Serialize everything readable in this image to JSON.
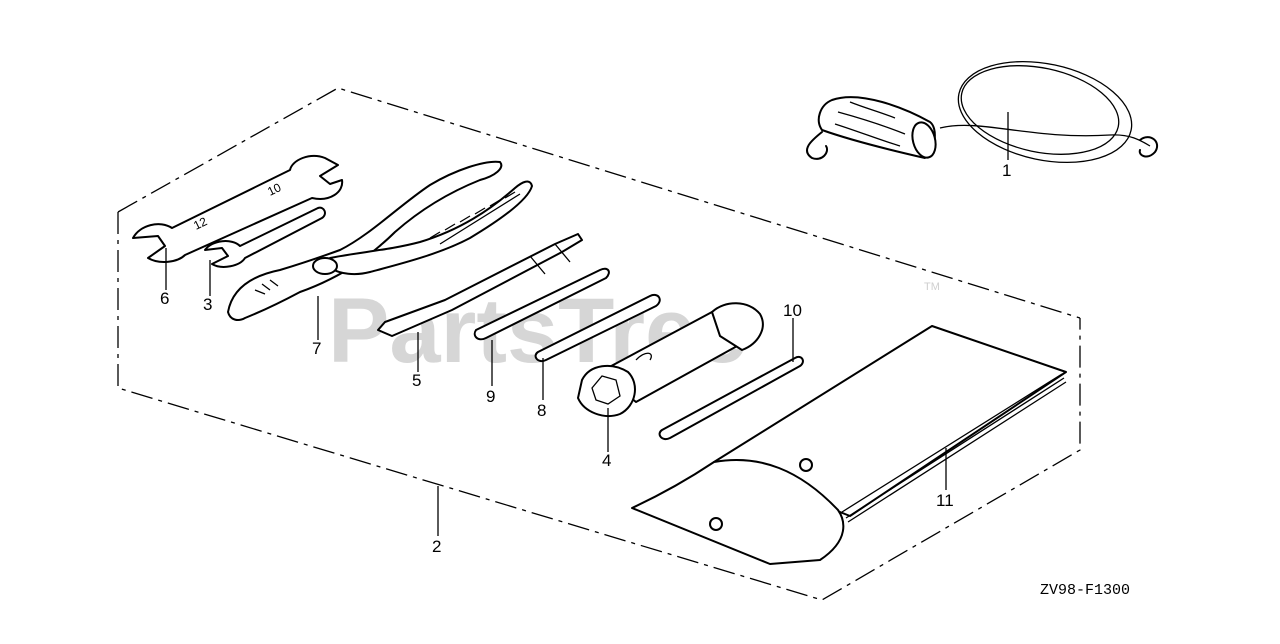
{
  "diagram": {
    "code": "ZV98-F1300",
    "watermark": "PartsTree",
    "watermark_tm": "TM",
    "parts": [
      {
        "id": "1",
        "label": "1"
      },
      {
        "id": "2",
        "label": "2"
      },
      {
        "id": "3",
        "label": "3"
      },
      {
        "id": "4",
        "label": "4"
      },
      {
        "id": "5",
        "label": "5"
      },
      {
        "id": "6",
        "label": "6"
      },
      {
        "id": "7",
        "label": "7"
      },
      {
        "id": "8",
        "label": "8"
      },
      {
        "id": "9",
        "label": "9"
      },
      {
        "id": "10",
        "label": "10"
      },
      {
        "id": "11",
        "label": "11"
      }
    ]
  }
}
